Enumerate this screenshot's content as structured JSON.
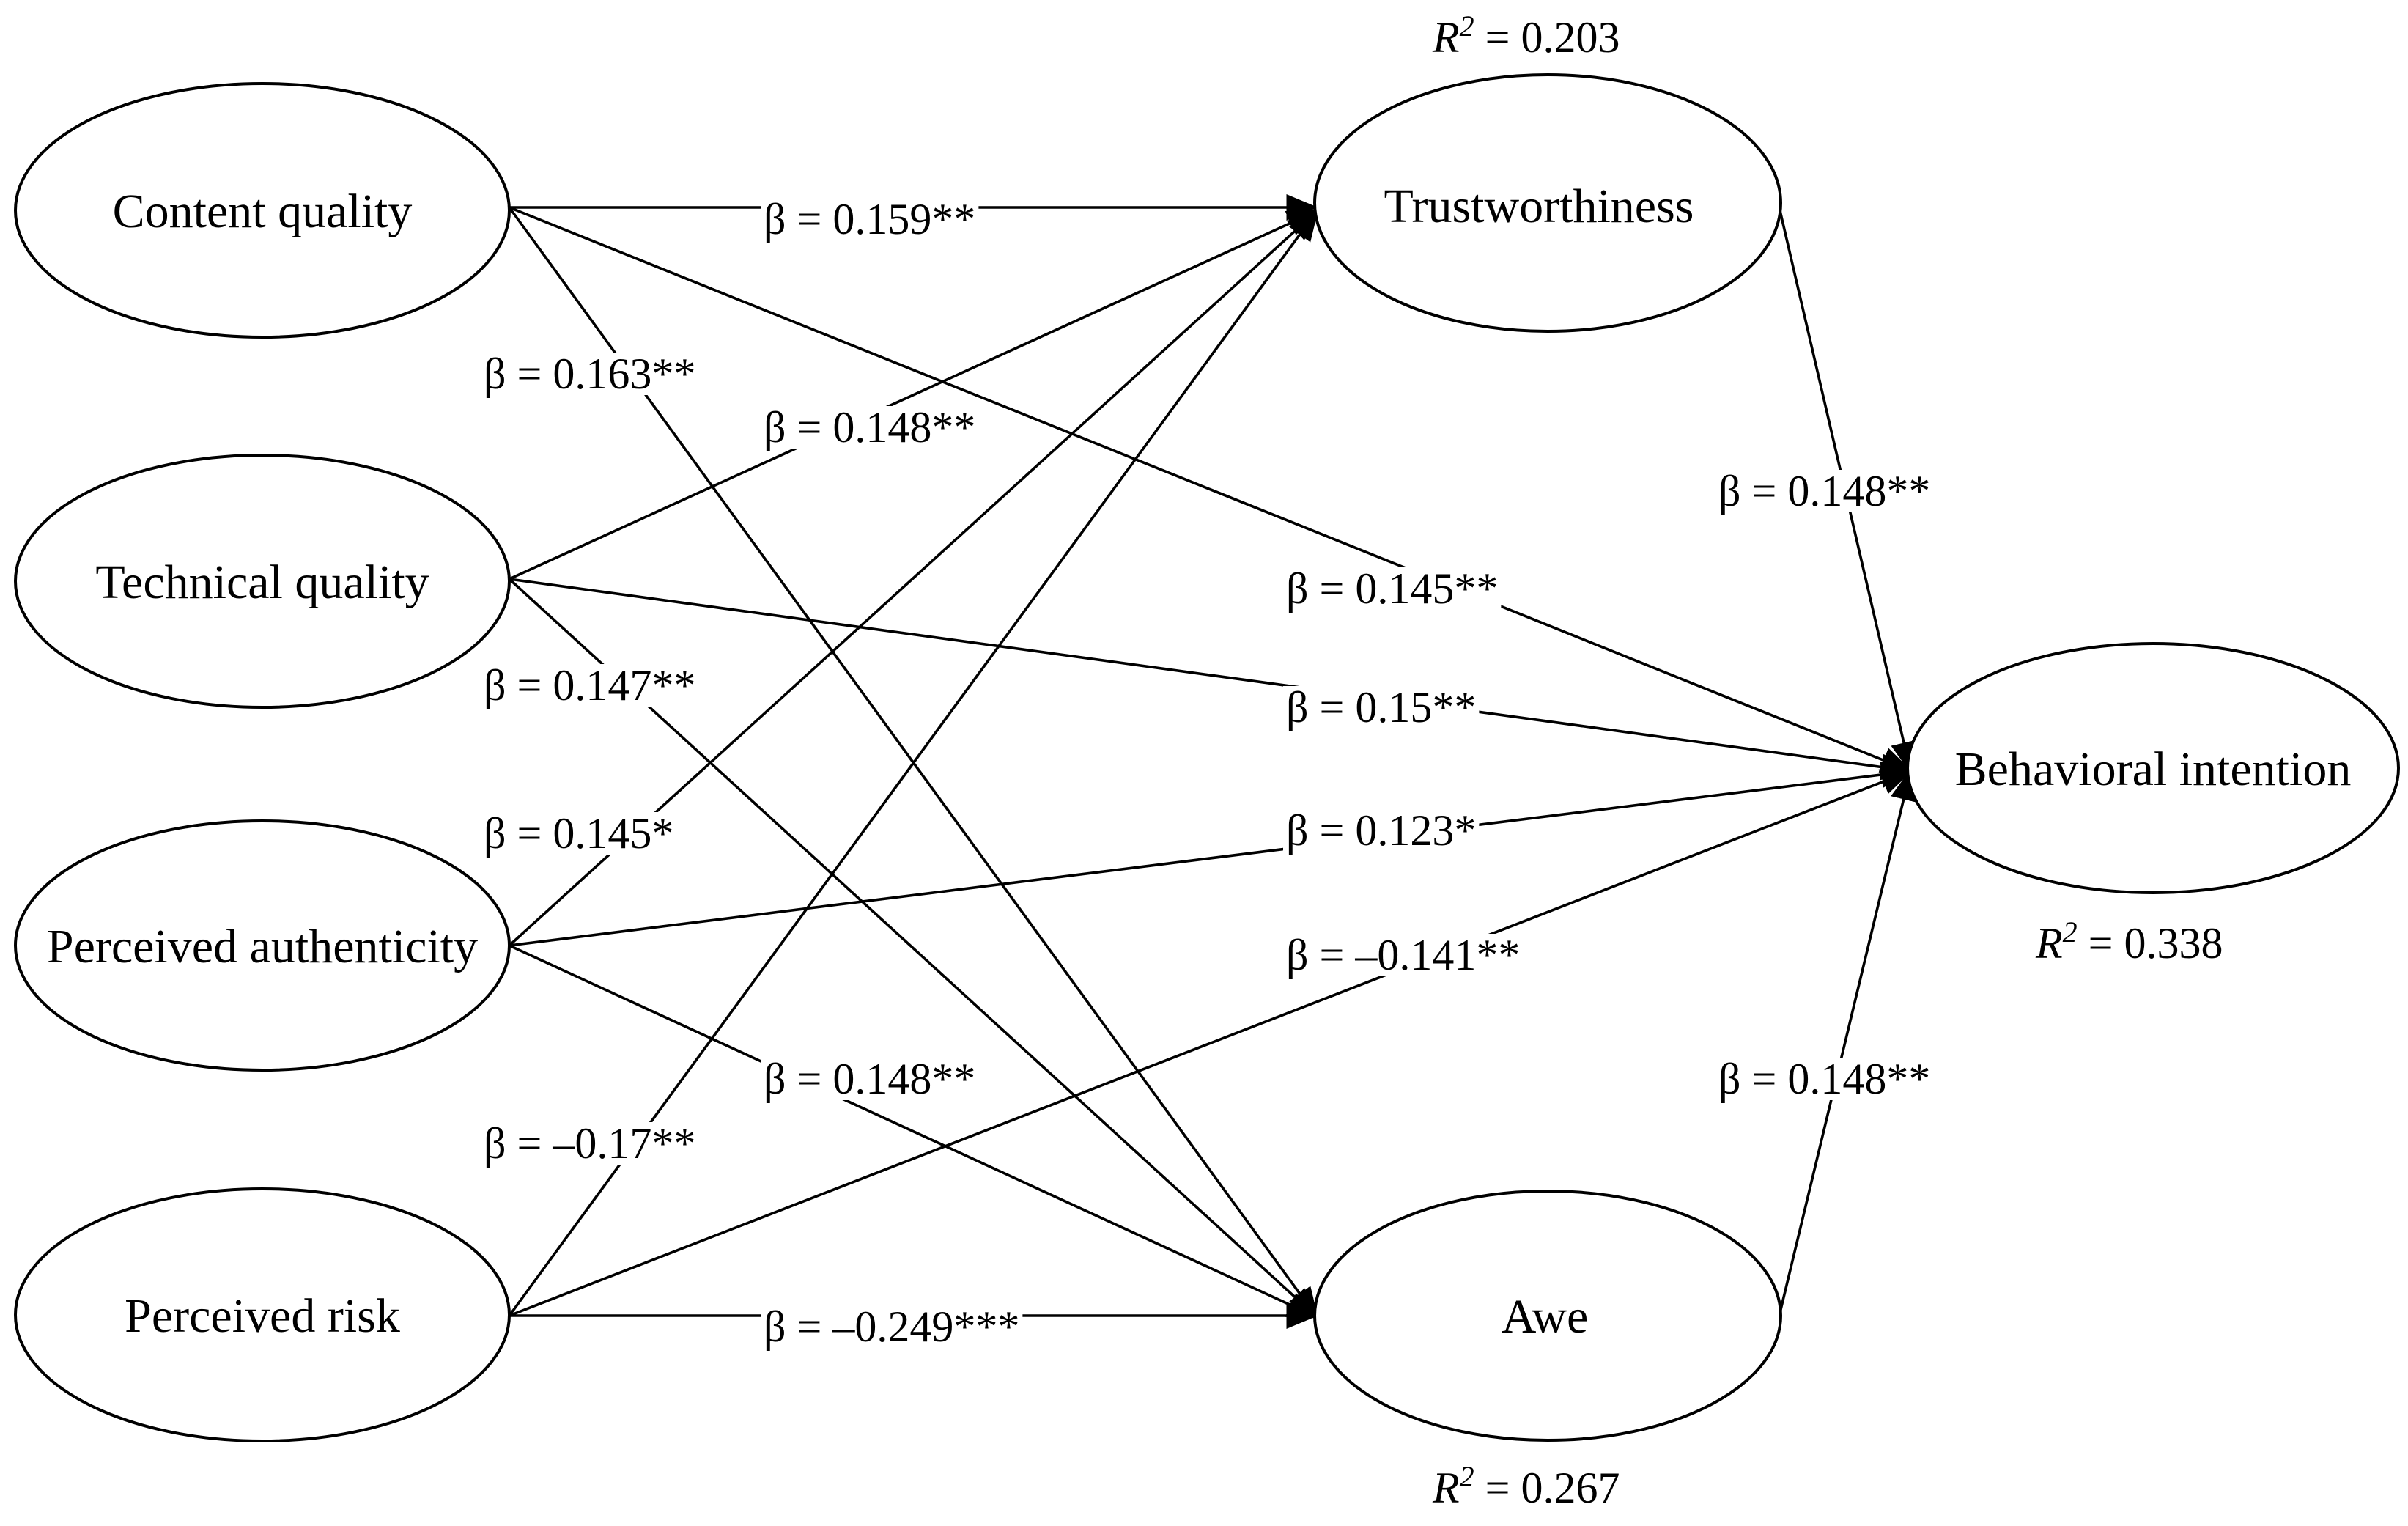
{
  "nodes": {
    "content_quality": "Content quality",
    "technical_quality": "Technical quality",
    "perceived_authenticity": "Perceived authenticity",
    "perceived_risk": "Perceived risk",
    "trustworthiness": "Trustworthiness",
    "awe": "Awe",
    "behavioral_intention": "Behavioral intention"
  },
  "r_squared": {
    "symbol": "R",
    "power": "2",
    "trustworthiness": " = 0.203",
    "awe": " = 0.267",
    "behavioral_intention": " = 0.338"
  },
  "paths": {
    "cq_trust": "β = 0.159**",
    "cq_awe": "β = 0.163**",
    "tq_trust": "β = 0.148**",
    "cq_bi": "β = 0.145**",
    "tq_bi": "β = 0.15**",
    "tq_awe": "β = 0.147**",
    "pa_trust": "β = 0.145*",
    "pa_bi": "β = 0.123*",
    "pr_bi": "β = –0.141**",
    "pa_awe": "β = 0.148**",
    "pr_trust": "β = –0.17**",
    "pr_awe": "β = –0.249***",
    "trust_bi": "β = 0.148**",
    "awe_bi": "β = 0.148**"
  }
}
